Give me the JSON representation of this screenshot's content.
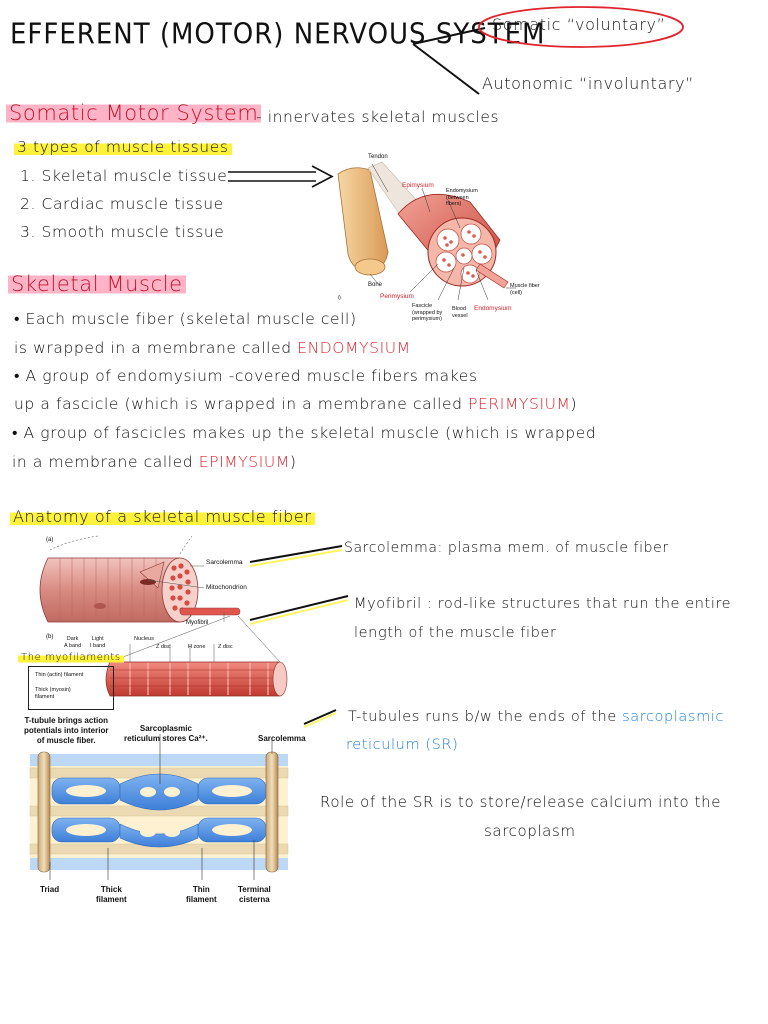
{
  "title": "EFFERENT (MOTOR) NERVOUS SYSTEM",
  "branch_somatic": "Somatic “voluntary”",
  "branch_autonomic": "Autonomic “involuntary”",
  "somatic": {
    "heading": "Somatic Motor System",
    "desc": "- innervates skeletal muscles",
    "types_heading": "3 types of muscle tissues",
    "types": [
      "1. Skeletal muscle tissue",
      "2. Cardiac muscle tissue",
      "3. Smooth muscle tissue"
    ]
  },
  "muscle_fig": {
    "tendon": "Tendon",
    "epimysium": "Epimysium",
    "endomysium_between": "Endomysium",
    "endomysium_between_sub": "(between",
    "endomysium_between_sub2": "fibers)",
    "bone": "Bone",
    "perimysium": "Perimysium",
    "fascicle": "Fascicle",
    "fascicle_sub1": "(wrapped by",
    "fascicle_sub2": "perimysium)",
    "blood": "Blood",
    "vessel": "vessel",
    "endomysium": "Endomysium",
    "muscle_fiber": "Muscle fiber",
    "cell": "(cell)",
    "panel": "i)"
  },
  "skeletal": {
    "heading": "Skeletal Muscle",
    "l1": "• Each muscle fiber (skeletal muscle cell)",
    "l2_pre": "is wrapped in a membrane called ",
    "l2_red": "ENDOMYSIUM",
    "l3": "• A group of endomysium -covered muscle fibers makes",
    "l4_pre": "up a fascicle (which is wrapped in a membrane called ",
    "l4_red": "PERIMYSIUM",
    "l4_post": ")",
    "l5": "• A group of fascicles makes up the skeletal muscle (which is wrapped",
    "l6_pre": "in a membrane called ",
    "l6_red": "EPIMYSIUM",
    "l6_post": ")"
  },
  "anatomy": {
    "heading": "Anatomy of a skeletal muscle fiber",
    "fig_a": "(a)",
    "fig_b": "(b)",
    "sarcolemma": "Sarcolemma",
    "mitochondrion": "Mitochondrion",
    "myofibril": "Myofibril",
    "dark": "Dark",
    "a_band": "A band",
    "light": "Light",
    "i_band": "I band",
    "nucleus": "Nucleus",
    "z_disc": "Z disc",
    "h_zone": "H zone",
    "z_disc2": "Z disc",
    "myofilaments": "The myofilaments",
    "thin": "Thin (actin) filament",
    "thick": "Thick (myosin)",
    "filament": "filament",
    "note_sarcolemma": "Sarcolemma: plasma mem. of muscle fiber",
    "note_myofibril_1": "Myofibril : rod-like structures that run the entire",
    "note_myofibril_2": "length of the muscle fiber"
  },
  "ttubule": {
    "t_label_1": "T-tubule brings action",
    "t_label_2": "potentials into interior",
    "t_label_3": "of muscle fiber.",
    "sr_label_1": "Sarcoplasmic",
    "sr_label_2": "reticulum stores Ca²⁺.",
    "sarcolemma": "Sarcolemma",
    "triad": "Triad",
    "thick": "Thick",
    "thin": "Thin",
    "filament": "filament",
    "filament2": "filament",
    "terminal": "Terminal",
    "cisterna": "cisterna",
    "note_pre": "T-tubules runs b/w the ends of the ",
    "note_blue1": "sarcoplasmic",
    "note_blue2": "reticulum (SR)",
    "role_1": "Role of the SR is to store/release calcium into the",
    "role_2": "sarcoplasm"
  }
}
